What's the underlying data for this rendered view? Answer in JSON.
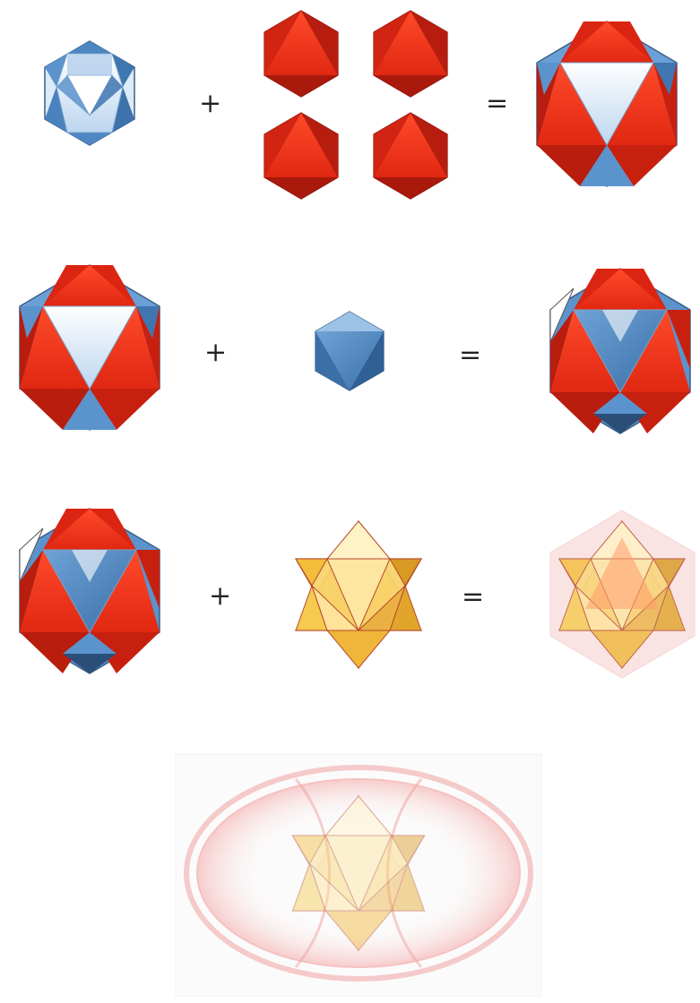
{
  "diagram": {
    "rows": [
      {
        "lhs": "cuboctahedron-blue",
        "op1": "+",
        "mid": "four-red-tetra-hexagons",
        "op2": "=",
        "rhs": "red-blue-composite-3"
      },
      {
        "lhs": "red-blue-composite-3",
        "op1": "+",
        "mid": "blue-hexagon-small",
        "op2": "=",
        "rhs": "red-blue-composite-4"
      },
      {
        "lhs": "red-blue-composite-4",
        "op1": "+",
        "mid": "yellow-star-tetrahedron",
        "op2": "=",
        "rhs": "translucent-star-composite"
      }
    ],
    "final": "torus-star-tetrahedron",
    "colors": {
      "red": "#e8311b",
      "red_dark": "#b81e10",
      "blue": "#4a86c4",
      "blue_light": "#cfe3f5",
      "blue_dark": "#2b5f93",
      "yellow": "#f7c84a",
      "yellow_light": "#fde7a6",
      "torus": "#f2a0a0"
    }
  }
}
